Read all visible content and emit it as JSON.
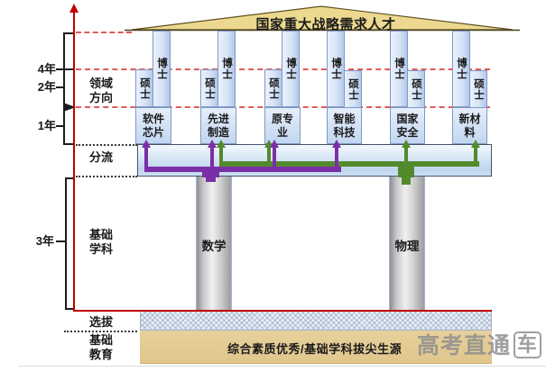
{
  "roof": {
    "title": "国家重大战略需求人才"
  },
  "timeline": {
    "y4": "4年",
    "y2": "2年",
    "y1": "1年",
    "y3": "3年"
  },
  "stages": {
    "domain_direction": "领域方向",
    "diversion": "分流",
    "foundation_discipline": "基础学科",
    "selection": "选拔",
    "basic_education": "基础教育"
  },
  "groups": [
    {
      "field": "软件芯片",
      "master": "硕士",
      "doctor": "博士"
    },
    {
      "field": "先进制造",
      "master": "硕士",
      "doctor": "博士"
    },
    {
      "field": "原专业",
      "master": "硕士",
      "doctor": "博士"
    },
    {
      "field": "智能科技",
      "master": "硕士",
      "doctor": "博士"
    },
    {
      "field": "国家安全",
      "master": "硕士",
      "doctor": "博士"
    },
    {
      "field": "新材料",
      "master": "硕士",
      "doctor": "博士"
    }
  ],
  "pillars": [
    {
      "label": "数学"
    },
    {
      "label": "物理"
    }
  ],
  "flows": {
    "math_purple_targets": [
      "软件芯片",
      "先进制造",
      "原专业",
      "智能科技"
    ],
    "physics_green_targets": [
      "先进制造",
      "原专业",
      "国家安全",
      "新材料"
    ]
  },
  "foundation_band": {
    "text": "综合素质优秀/基础学科拔尖生源"
  },
  "watermark": {
    "text": "高考直通",
    "boxed_char": "车"
  },
  "colors": {
    "axis_red": "#c00000",
    "dashed_red": "#e05a5a",
    "flow_purple": "#7b2fa6",
    "flow_green": "#538a2e",
    "roof_fill": "#ecd98f",
    "column_fill": "#d6e3f6",
    "column_border": "#8099c6",
    "selection_hatch": "#9fb3cc",
    "education_tan": "#e3ca92",
    "pillar_gray": "#c9c9c9",
    "watermark_gray": "#8f8f8f"
  }
}
